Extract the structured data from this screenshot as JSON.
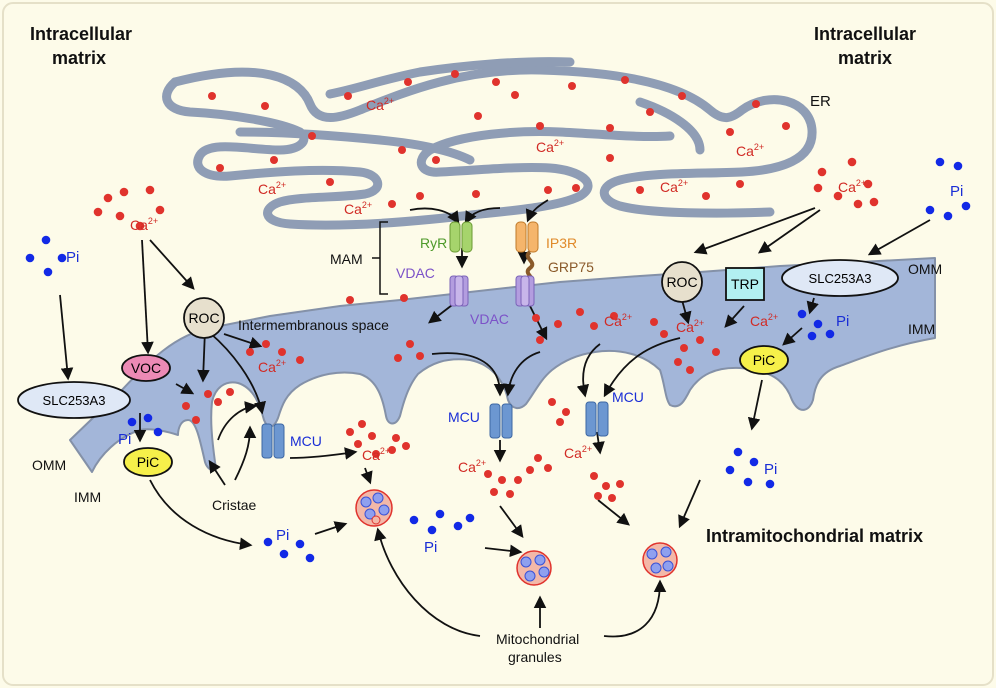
{
  "labels": {
    "intracellular_left_1": "Intracellular",
    "intracellular_left_2": "matrix",
    "intracellular_right_1": "Intracellular",
    "intracellular_right_2": "matrix",
    "er": "ER",
    "mam": "MAM",
    "ryr": "RyR",
    "ip3r": "IP3R",
    "grp75": "GRP75",
    "vdac": "VDAC",
    "vdac2": "VDAC",
    "omm_right": "OMM",
    "imm_right": "IMM",
    "omm_left": "OMM",
    "imm_left": "IMM",
    "intermembranous_space": "Intermembranous space",
    "cristae": "Cristae",
    "intramito": "Intramitochondrial matrix",
    "mito_granules_1": "Mitochondrial",
    "mito_granules_2": "granules",
    "pi": "Pi",
    "ca": "Ca",
    "ca_sup": "2+"
  },
  "transporters": {
    "roc": "ROC",
    "voc": "VOC",
    "trp": "TRP",
    "slc": "SLC253A3",
    "pic": "PiC",
    "mcu": "MCU"
  },
  "colors": {
    "background": "#fdfbe9",
    "membrane_fill": "#a3b6d9",
    "membrane_stroke": "#8491a8",
    "er_stroke": "#8f9db5",
    "calcium": "#e0332d",
    "phosphate": "#1229e6",
    "pic_fill": "#f6f04a",
    "voc_fill": "#ec8ab5",
    "trp_fill": "#b2f0f1",
    "roc_fill": "#e7e0cd",
    "slc_fill": "#dfe8f6",
    "mcu_fill": "#6c97d1",
    "vdac_fill": "#b39ddf",
    "ryr_fill": "#a6d46c",
    "ip3r_fill": "#f5b56b",
    "grp75_stroke": "#8a5a2a"
  }
}
